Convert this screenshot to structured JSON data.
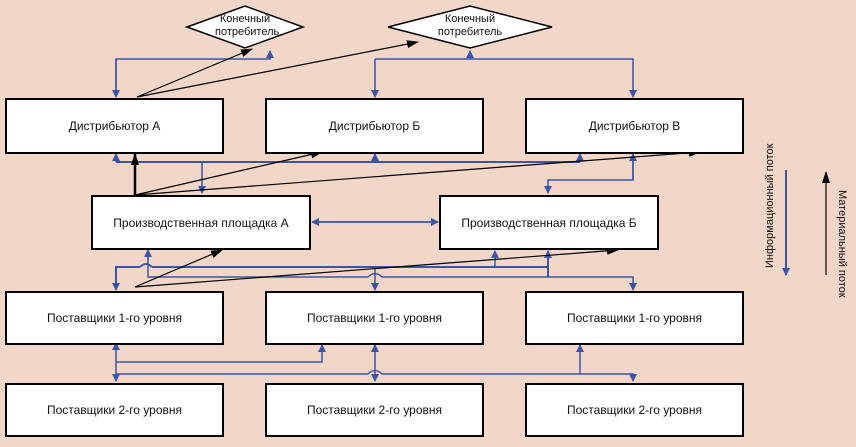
{
  "consumers": [
    {
      "line1": "Конечный",
      "line2": "потребитель"
    },
    {
      "line1": "Конечный",
      "line2": "потребитель"
    }
  ],
  "distributors": [
    "Дистрибьютор А",
    "Дистрибьютор Б",
    "Дистрибьютор В"
  ],
  "plants": [
    "Производственная площадка А",
    "Производственная площадка Б"
  ],
  "tier1": [
    "Поставщики 1-го уровня",
    "Поставщики 1-го уровня",
    "Поставщики 1-го уровня"
  ],
  "tier2": [
    "Поставщики 2-го уровня",
    "Поставщики 2-го уровня",
    "Поставщики 2-го уровня"
  ],
  "legend": {
    "info_flow": "Информационный поток",
    "material_flow": "Материальный поток"
  },
  "colors": {
    "background": "#f2d6c8",
    "info": "#3a55a6",
    "material": "#000000"
  }
}
